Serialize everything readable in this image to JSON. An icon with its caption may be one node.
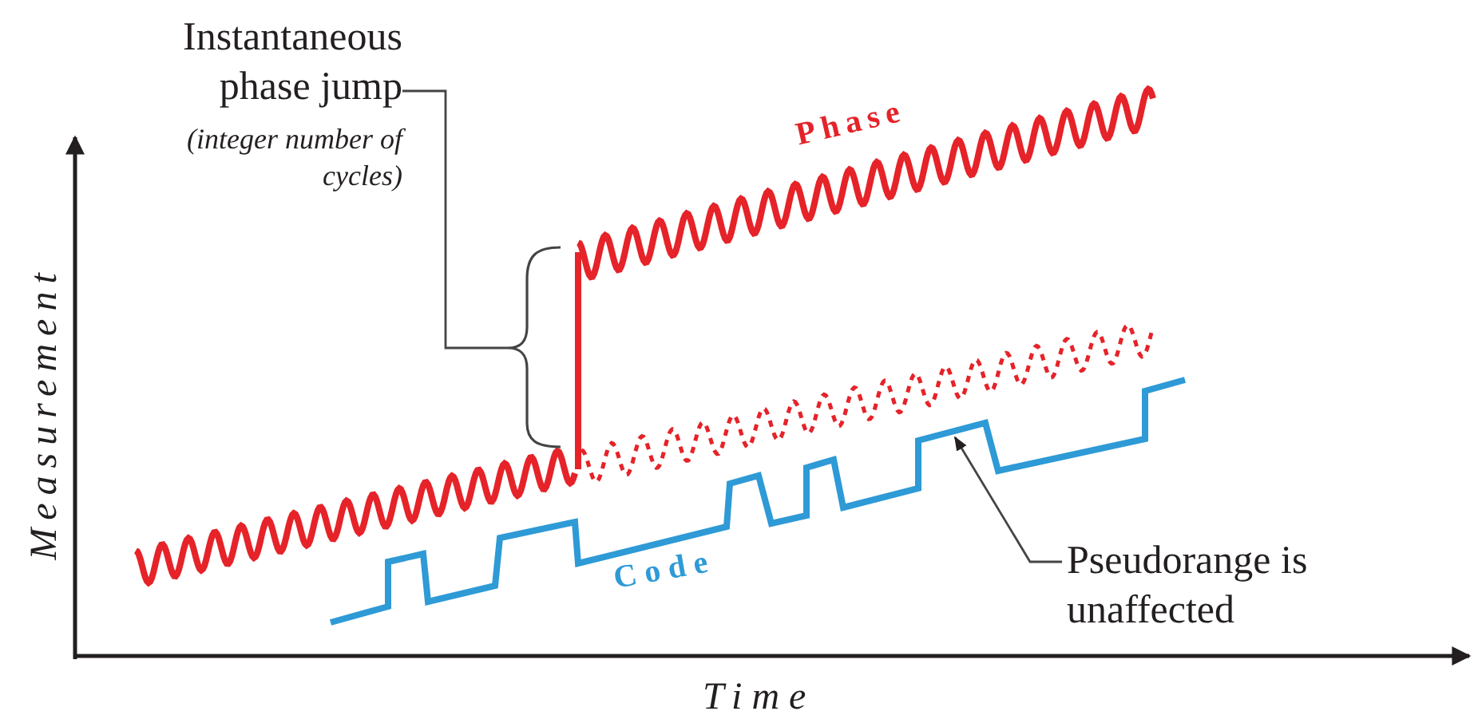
{
  "diagram": {
    "nodes": [
      {
        "text": [
          "Instantaneous phase jump",
          "(integer number of cycles)"
        ]
      },
      {
        "text": [],
        "shape": "brace"
      },
      {
        "text": [
          "Pseudorange is unaffected"
        ]
      },
      {
        "text": [],
        "shape": "line"
      }
    ],
    "edges": [
      {
        "from": 0,
        "to": 1,
        "arrow": "none"
      },
      {
        "from": 2,
        "to": 3,
        "arrow": "to"
      }
    ],
    "labels": [
      "Phase",
      "Code",
      "Measurement",
      "Time"
    ]
  }
}
